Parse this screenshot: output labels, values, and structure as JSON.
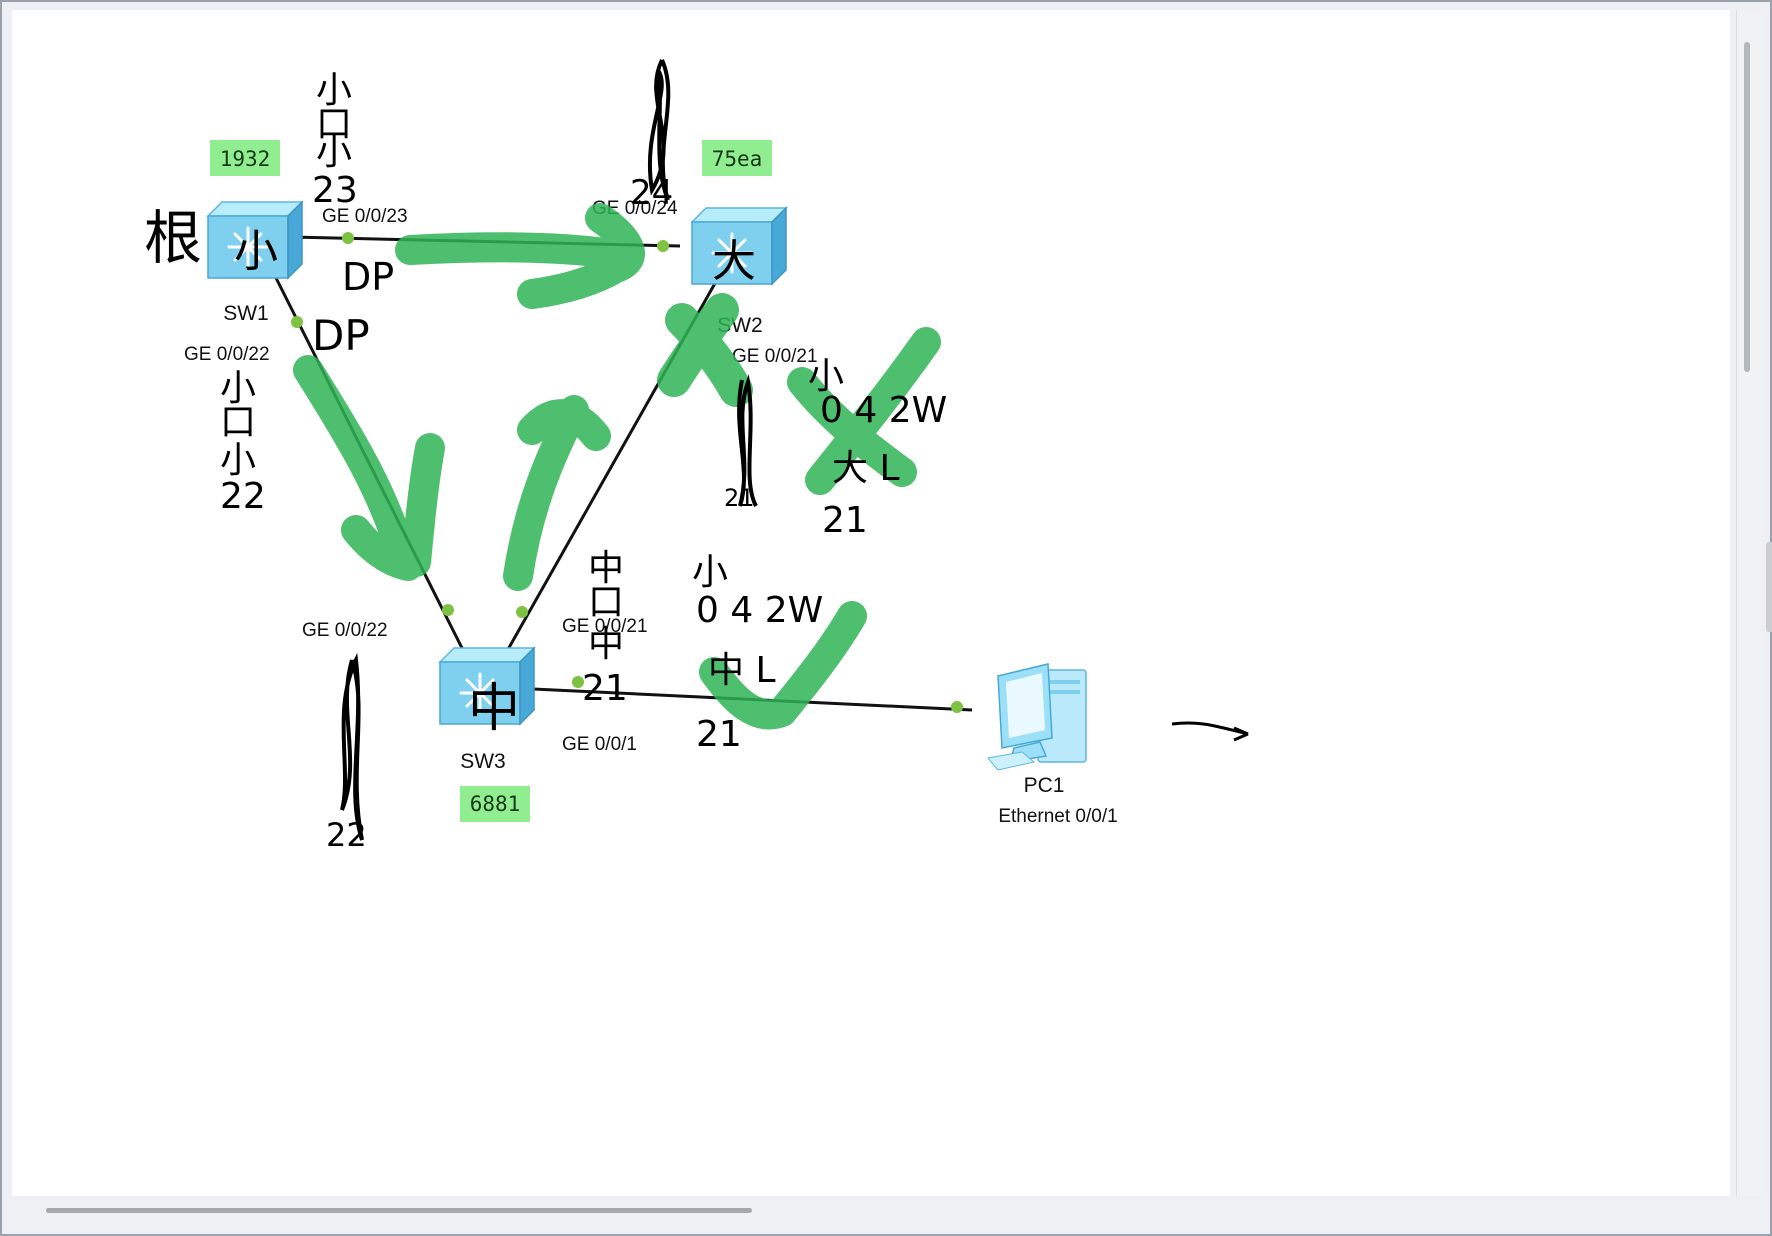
{
  "devices": [
    {
      "id": "sw1",
      "name": "SW1",
      "type": "switch",
      "tag": "1932"
    },
    {
      "id": "sw2",
      "name": "SW2",
      "type": "switch",
      "tag": "75ea"
    },
    {
      "id": "sw3",
      "name": "SW3",
      "type": "switch",
      "tag": "6881"
    },
    {
      "id": "pc1",
      "name": "PC1",
      "type": "pc",
      "sublabel": "Ethernet 0/0/1"
    }
  ],
  "links": [
    {
      "from": "sw1",
      "to": "sw2",
      "from_port": "GE 0/0/23",
      "to_port": "GE 0/0/24"
    },
    {
      "from": "sw1",
      "to": "sw3",
      "from_port": "GE 0/0/22",
      "to_port": "GE 0/0/22"
    },
    {
      "from": "sw2",
      "to": "sw3",
      "from_port": "GE 0/0/21",
      "to_port": "GE 0/0/21"
    },
    {
      "from": "sw3",
      "to": "pc1",
      "from_port": "GE 0/0/1",
      "to_port": ""
    }
  ],
  "annotations": {
    "root": "根",
    "small": "小",
    "middle": "中",
    "large": "大",
    "sw1_p23_stack": [
      "小",
      "口",
      "小",
      "23"
    ],
    "sw1_p23_role": [
      "DP",
      "DP"
    ],
    "sw1_p22_stack": [
      "小",
      "口",
      "小",
      "22"
    ],
    "sw2_p24_num": "24",
    "sw2_p21_note": [
      "小",
      "0 4 2W",
      "大 L",
      "21"
    ],
    "sw3_p21_stack": [
      "中",
      "口",
      "中",
      "21"
    ],
    "sw3_p1_note": [
      "小",
      "0 4 2W",
      "中 L",
      "21"
    ],
    "sw3_p22_num": "22"
  },
  "colors": {
    "highlight": "#2fb455",
    "tag_bg": "#90ee90",
    "port_dot": "#7dc242",
    "switch_body": "#7ed0ee"
  }
}
